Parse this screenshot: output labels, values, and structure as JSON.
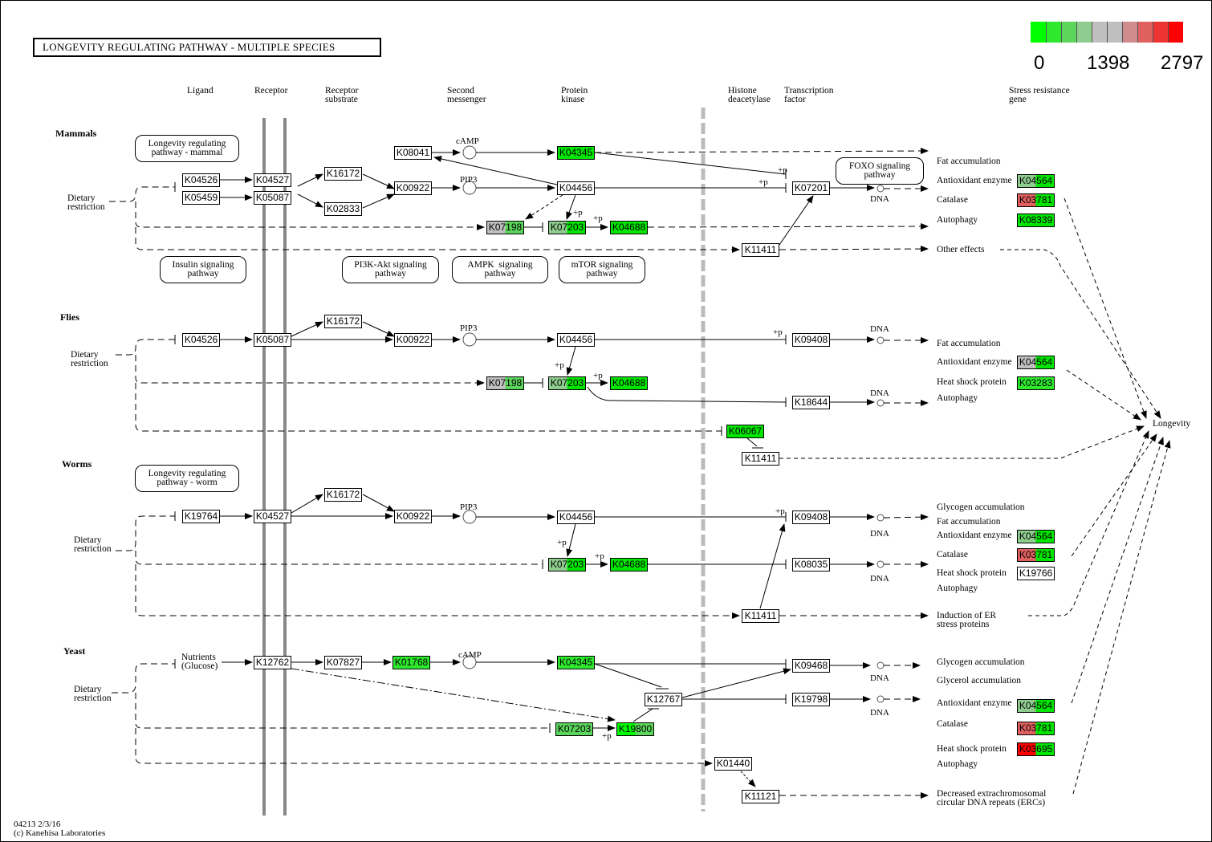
{
  "title": "LONGEVITY REGULATING  PATHWAY  -  MULTIPLE  SPECIES",
  "legend": {
    "min_label": "0",
    "mid_label": "1398",
    "max_label": "2797",
    "colors": [
      "#00ff00",
      "#2ee82e",
      "#5bd55b",
      "#8fcc8f",
      "#bfbfbf",
      "#bfbfbf",
      "#d08c8c",
      "#e06060",
      "#ee3333",
      "#ff0000"
    ]
  },
  "column_headers": [
    {
      "id": "ligand",
      "text": "Ligand"
    },
    {
      "id": "receptor",
      "text": "Receptor"
    },
    {
      "id": "receptor-substrate",
      "text": "Receptor\nsubstrate"
    },
    {
      "id": "second-messenger",
      "text": "Second\nmessenger"
    },
    {
      "id": "protein-kinase",
      "text": "Protein\nkinase"
    },
    {
      "id": "histone-deacetylase",
      "text": "Histone\ndeacetylase"
    },
    {
      "id": "transcription-factor",
      "text": "Transcription\nfactor"
    },
    {
      "id": "stress-resistance-gene",
      "text": "Stress resistance\ngene"
    }
  ],
  "species": [
    {
      "id": "mammals",
      "text": "Mammals"
    },
    {
      "id": "flies",
      "text": "Flies"
    },
    {
      "id": "worms",
      "text": "Worms"
    },
    {
      "id": "yeast",
      "text": "Yeast"
    }
  ],
  "pathway_links": [
    {
      "id": "lrp-mammal",
      "text": "Longevity regulating\npathway - mammal"
    },
    {
      "id": "insulin",
      "text": "Insulin signaling\npathway"
    },
    {
      "id": "pi3k-akt",
      "text": "PI3K-Akt signaling\npathway"
    },
    {
      "id": "ampk",
      "text": "AMPK  signaling\npathway"
    },
    {
      "id": "mtor",
      "text": "mTOR signaling\npathway"
    },
    {
      "id": "foxo",
      "text": "FOXO signaling\npathway"
    },
    {
      "id": "lrp-worm",
      "text": "Longevity regulating\npathway - worm"
    }
  ],
  "labels": {
    "dietary_restriction": "Dietary\nrestriction",
    "camp": "cAMP",
    "pip3": "PIP3",
    "dna": "DNA",
    "plus_p": "+p",
    "nutrients": "Nutrients\n(Glucose)",
    "longevity": "Longevity"
  },
  "outcomes": {
    "mammals": [
      "Fat accumulation",
      "Antioxidant enzyme",
      "Catalase",
      "Autophagy",
      "Other effects"
    ],
    "flies": [
      "Fat accumulation",
      "Antioxidant enzyme",
      "Heat shock protein",
      "Autophagy"
    ],
    "worms": [
      "Glycogen accumulation",
      "Fat accumulation",
      "Antioxidant enzyme",
      "Catalase",
      "Heat shock protein",
      "Autophagy",
      "Induction of ER\nstress proteins"
    ],
    "yeast": [
      "Glycogen accumulation",
      "Glycerol accumulation",
      "Antioxidant enzyme",
      "Catalase",
      "Heat shock protein",
      "Autophagy",
      "Decreased extrachromosomal\ncircular DNA repeats (ERCs)"
    ]
  },
  "nodes": [
    {
      "id": "m-K08041",
      "label": "K08041",
      "colors": [
        "#ffffff"
      ]
    },
    {
      "id": "m-K04345",
      "label": "K04345",
      "colors": [
        "#00e600"
      ]
    },
    {
      "id": "m-K04526",
      "label": "K04526",
      "colors": [
        "#ffffff"
      ]
    },
    {
      "id": "m-K05459",
      "label": "K05459",
      "colors": [
        "#ffffff"
      ]
    },
    {
      "id": "m-K04527",
      "label": "K04527",
      "colors": [
        "#ffffff"
      ]
    },
    {
      "id": "m-K05087",
      "label": "K05087",
      "colors": [
        "#ffffff"
      ]
    },
    {
      "id": "m-K16172",
      "label": "K16172",
      "colors": [
        "#ffffff"
      ]
    },
    {
      "id": "m-K02833",
      "label": "K02833",
      "colors": [
        "#ffffff"
      ]
    },
    {
      "id": "m-K00922",
      "label": "K00922",
      "colors": [
        "#ffffff"
      ]
    },
    {
      "id": "m-K04456",
      "label": "K04456",
      "colors": [
        "#ffffff"
      ]
    },
    {
      "id": "m-K07198",
      "label": "K07198",
      "colors": [
        "#bfbfbf",
        "#5bd55b"
      ]
    },
    {
      "id": "m-K07203",
      "label": "K07203",
      "colors": [
        "#8fcc8f",
        "#00e600"
      ]
    },
    {
      "id": "m-K04688",
      "label": "K04688",
      "colors": [
        "#00e600"
      ]
    },
    {
      "id": "m-K07201",
      "label": "K07201",
      "colors": [
        "#ffffff"
      ]
    },
    {
      "id": "m-K11411",
      "label": "K11411",
      "colors": [
        "#ffffff"
      ]
    },
    {
      "id": "m-K04564",
      "label": "K04564",
      "colors": [
        "#8fcc8f",
        "#00e600"
      ]
    },
    {
      "id": "m-K03781",
      "label": "K03781",
      "colors": [
        "#e06060",
        "#00e600"
      ]
    },
    {
      "id": "m-K08339",
      "label": "K08339",
      "colors": [
        "#00e600"
      ]
    },
    {
      "id": "f-K04526",
      "label": "K04526",
      "colors": [
        "#ffffff"
      ]
    },
    {
      "id": "f-K05087",
      "label": "K05087",
      "colors": [
        "#ffffff"
      ]
    },
    {
      "id": "f-K16172",
      "label": "K16172",
      "colors": [
        "#ffffff"
      ]
    },
    {
      "id": "f-K00922",
      "label": "K00922",
      "colors": [
        "#ffffff"
      ]
    },
    {
      "id": "f-K04456",
      "label": "K04456",
      "colors": [
        "#ffffff"
      ]
    },
    {
      "id": "f-K07198",
      "label": "K07198",
      "colors": [
        "#bfbfbf",
        "#5bd55b"
      ]
    },
    {
      "id": "f-K07203",
      "label": "K07203",
      "colors": [
        "#8fcc8f",
        "#00e600"
      ]
    },
    {
      "id": "f-K04688",
      "label": "K04688",
      "colors": [
        "#00e600"
      ]
    },
    {
      "id": "f-K09408",
      "label": "K09408",
      "colors": [
        "#ffffff"
      ]
    },
    {
      "id": "f-K18644",
      "label": "K18644",
      "colors": [
        "#ffffff"
      ]
    },
    {
      "id": "f-K06067",
      "label": "K06067",
      "colors": [
        "#00e600"
      ]
    },
    {
      "id": "f-K11411",
      "label": "K11411",
      "colors": [
        "#ffffff"
      ]
    },
    {
      "id": "f-K04564",
      "label": "K04564",
      "colors": [
        "#bfbfbf",
        "#00e600"
      ]
    },
    {
      "id": "f-K03283",
      "label": "K03283",
      "colors": [
        "#2ee82e"
      ]
    },
    {
      "id": "w-K19764",
      "label": "K19764",
      "colors": [
        "#ffffff"
      ]
    },
    {
      "id": "w-K04527",
      "label": "K04527",
      "colors": [
        "#ffffff"
      ]
    },
    {
      "id": "w-K16172",
      "label": "K16172",
      "colors": [
        "#ffffff"
      ]
    },
    {
      "id": "w-K00922",
      "label": "K00922",
      "colors": [
        "#ffffff"
      ]
    },
    {
      "id": "w-K04456",
      "label": "K04456",
      "colors": [
        "#ffffff"
      ]
    },
    {
      "id": "w-K07203",
      "label": "K07203",
      "colors": [
        "#8fcc8f",
        "#00e600"
      ]
    },
    {
      "id": "w-K04688",
      "label": "K04688",
      "colors": [
        "#00e600"
      ]
    },
    {
      "id": "w-K09408",
      "label": "K09408",
      "colors": [
        "#ffffff"
      ]
    },
    {
      "id": "w-K08035",
      "label": "K08035",
      "colors": [
        "#ffffff"
      ]
    },
    {
      "id": "w-K11411",
      "label": "K11411",
      "colors": [
        "#ffffff"
      ]
    },
    {
      "id": "w-K04564",
      "label": "K04564",
      "colors": [
        "#8fcc8f",
        "#00e600"
      ]
    },
    {
      "id": "w-K03781",
      "label": "K03781",
      "colors": [
        "#e06060",
        "#00e600"
      ]
    },
    {
      "id": "w-K19766",
      "label": "K19766",
      "colors": [
        "#ffffff"
      ]
    },
    {
      "id": "y-K12762",
      "label": "K12762",
      "colors": [
        "#ffffff"
      ]
    },
    {
      "id": "y-K07827",
      "label": "K07827",
      "colors": [
        "#ffffff"
      ]
    },
    {
      "id": "y-K01768",
      "label": "K01768",
      "colors": [
        "#2ee82e"
      ]
    },
    {
      "id": "y-K04345",
      "label": "K04345",
      "colors": [
        "#2ee82e"
      ]
    },
    {
      "id": "y-K12767",
      "label": "K12767",
      "colors": [
        "#ffffff"
      ]
    },
    {
      "id": "y-K07203",
      "label": "K07203",
      "colors": [
        "#5bd55b"
      ]
    },
    {
      "id": "y-K19800",
      "label": "K19800",
      "colors": [
        "#00ff00",
        "#5bd55b"
      ]
    },
    {
      "id": "y-K09468",
      "label": "K09468",
      "colors": [
        "#ffffff"
      ]
    },
    {
      "id": "y-K19798",
      "label": "K19798",
      "colors": [
        "#ffffff"
      ]
    },
    {
      "id": "y-K01440",
      "label": "K01440",
      "colors": [
        "#ffffff"
      ]
    },
    {
      "id": "y-K11121",
      "label": "K11121",
      "colors": [
        "#ffffff"
      ]
    },
    {
      "id": "y-K04564",
      "label": "K04564",
      "colors": [
        "#8fcc8f",
        "#00e600"
      ]
    },
    {
      "id": "y-K03781",
      "label": "K03781",
      "colors": [
        "#e06060",
        "#00e600"
      ]
    },
    {
      "id": "y-K03695",
      "label": "K03695",
      "colors": [
        "#ff0000",
        "#00e600"
      ]
    }
  ],
  "footer": {
    "line1": "04213 2/3/16",
    "line2": "(c) Kanehisa Laboratories"
  }
}
